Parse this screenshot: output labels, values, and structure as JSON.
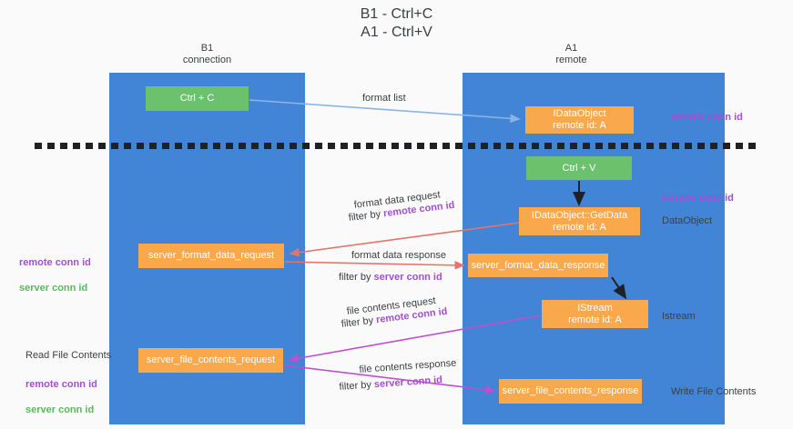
{
  "title": "B1 - Ctrl+C\nA1 - Ctrl+V",
  "lanes": [
    {
      "id": "b1",
      "heading": "B1\nconnection"
    },
    {
      "id": "a1",
      "heading": "A1\nremote"
    }
  ],
  "nodes": {
    "ctrl_c": "Ctrl + C",
    "idataobject": "IDataObject\nremote id: A",
    "ctrl_v": "Ctrl + V",
    "getdata": "IDataObject::GetData\nremote id: A",
    "server_format_data_request": "server_format_data_request",
    "server_format_data_response": "server_format_data_response",
    "istream": "IStream\nremote id: A",
    "server_file_contents_request": "server_file_contents_request",
    "server_file_contents_response": "server_file_contents_response"
  },
  "edge_labels": {
    "format_list": "format list",
    "format_data_request": "format data request",
    "format_data_request_filter_prefix": "filter by ",
    "format_data_request_filter_key": "remote conn id",
    "format_data_response": "format data response",
    "format_data_response_filter_prefix": "filter by ",
    "format_data_response_filter_key": "server conn id",
    "file_contents_request": "file contents request",
    "file_contents_request_filter_prefix": "filter by ",
    "file_contents_request_filter_key": "remote conn id",
    "file_contents_response": "file contents response",
    "file_contents_response_filter_prefix": "filter by ",
    "file_contents_response_filter_key": "server conn id"
  },
  "annotations": {
    "right_remote_conn_id_top": "remote conn id",
    "right_remote_conn_id_mid": "remote conn id",
    "right_dataobject": "DataObject",
    "right_istream": "Istream",
    "right_write_file_contents": "Write File Contents",
    "left_remote_conn_id": "remote conn id",
    "left_server_conn_id": "server conn id",
    "left_read_file_contents": "Read File Contents",
    "left_remote_conn_id_2": "remote conn id",
    "left_server_conn_id_2": "server conn id"
  },
  "colors": {
    "lane": "#4285d6",
    "green_node": "#6cc26c",
    "orange_node": "#f9a94c",
    "purple": "#a24fd0",
    "green_text": "#5bb85b",
    "arrow_blue": "#8ab4e8",
    "arrow_red": "#e8736a",
    "arrow_magenta": "#c04fd0",
    "arrow_black": "#202124",
    "background": "#fafafa"
  }
}
